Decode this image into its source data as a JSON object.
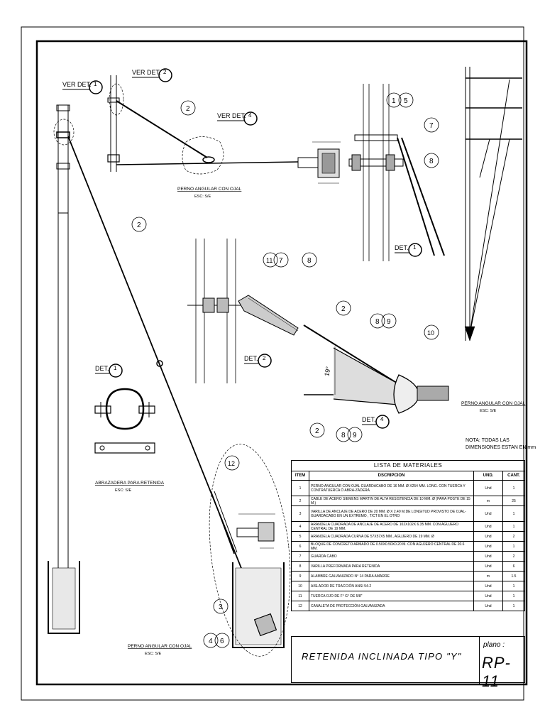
{
  "callouts": {
    "ver_det": "VER DET.",
    "det": "DET.",
    "n1": "1",
    "n2": "2",
    "n3": "3",
    "n4": "4",
    "n5": "5",
    "n6": "6",
    "n7": "7",
    "n8": "8",
    "n9": "9",
    "n10": "10",
    "n11": "11",
    "n12": "12"
  },
  "labels": {
    "perno_angular": "PERNO ANGULAR CON OJAL",
    "abrazadera": "ABRAZADERA PARA RETENIDA",
    "scale": "ESC: S/E",
    "angle": "19°",
    "nota_line1": "NOTA: TODAS LAS",
    "nota_line2": "DIMENSIONES ESTAN EN mm"
  },
  "bom": {
    "caption": "LISTA DE MATERIALES",
    "headers": {
      "item": "ITEM",
      "desc": "DSCRIPCION",
      "und": "UND.",
      "cant": "CANT."
    },
    "rows": [
      {
        "item": "1",
        "desc": "PERNO ANGULAR CON OJAL GUARDACABO DE 16 MM. Ø X254 MM. LONG. CON TUERCA Y CONTRATUERCA Ó ABRA-ZADERA",
        "und": "Und",
        "cant": "1"
      },
      {
        "item": "2",
        "desc": "CABLE DE ACERO SIEMENS MARTIN DE ALTA RESISTENCIA DE 10 MM. Ø (PARA POSTE DE 15 M.)",
        "und": "m",
        "cant": "25"
      },
      {
        "item": "3",
        "desc": "VARILLA DE ANCLAJE DE ACERO DE 20 MM. Ø X 2.40 M.DE LONGITUD PROVISTO DE OJAL-GUARDACABO EN UN EXTREMO , T/CT EN EL OTRO",
        "und": "Und",
        "cant": "1"
      },
      {
        "item": "4",
        "desc": "ARANDELA CUADRADA DE ANCLAJE DE ACERO DE 102X102X 6.35 MM. CON AGUJERO CENTRAL DE 19 MM.",
        "und": "Und",
        "cant": "1"
      },
      {
        "item": "5",
        "desc": "ARANDELA CUADRADA CURVA DE 57X57X5 MM., AGUJERO DE 19 MM. Ø",
        "und": "Und",
        "cant": "2"
      },
      {
        "item": "6",
        "desc": "BLOQUE DE CONCRETO ARMADO DE 0.50X0.50X0.20 M. CON AGUJERO CENTRAL DE 20.6 MM.",
        "und": "Und",
        "cant": "1"
      },
      {
        "item": "7",
        "desc": "GUARDA CABO",
        "und": "Und",
        "cant": "2"
      },
      {
        "item": "8",
        "desc": "VARILLA PREFORMADA PARA RETENIDA",
        "und": "Und",
        "cant": "6"
      },
      {
        "item": "9",
        "desc": "ALAMBRE GALVANIZADO N° 14 PARA AMARRE",
        "und": "m",
        "cant": "1.5"
      },
      {
        "item": "10",
        "desc": "AISLADOR DE TRACCIÓN ANSI 54-2",
        "und": "Und",
        "cant": "1"
      },
      {
        "item": "11",
        "desc": "TUERCA OJO DE F° G° DE 5/8\"",
        "und": "Und",
        "cant": "1"
      },
      {
        "item": "12",
        "desc": "CANALETA DE PROTECCIÓN GALVANIZADA",
        "und": "Und",
        "cant": "1"
      }
    ]
  },
  "title_block": {
    "title": "RETENIDA INCLINADA TIPO \"Y\"",
    "plano_label": "plano :",
    "plano_code": "RP-11"
  }
}
